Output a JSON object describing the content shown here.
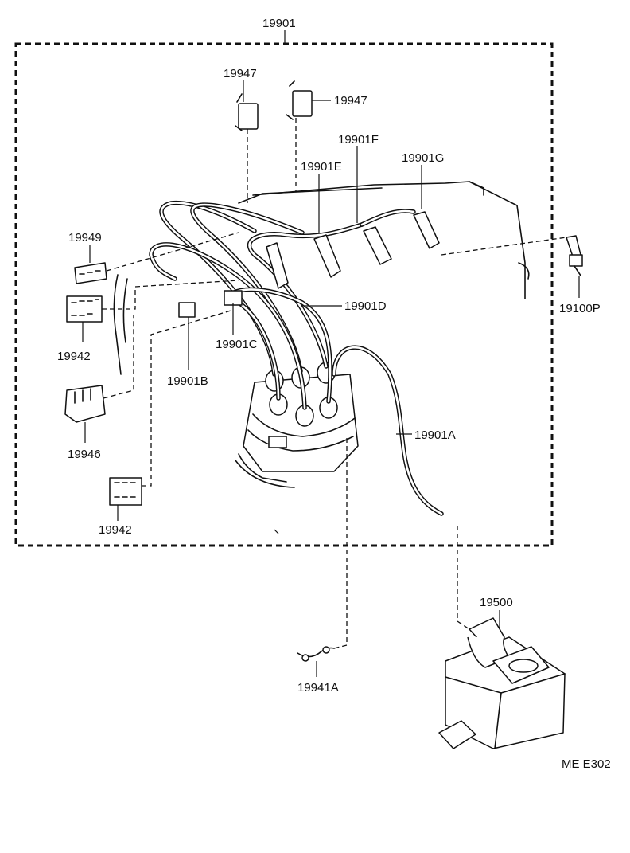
{
  "labels": {
    "set": "19901",
    "clamp_top_left": "19947",
    "clamp_top_right": "19947",
    "cord_f": "19901F",
    "cord_e": "19901E",
    "cord_g": "19901G",
    "clamp_19949": "19949",
    "cord_d": "19901D",
    "spark_plug": "19100P",
    "clamp_19942_upper": "19942",
    "cord_c": "19901C",
    "cord_b": "19901B",
    "clamp_19946": "19946",
    "cord_a": "19901A",
    "clamp_19942_lower": "19942",
    "ignition_coil": "19500",
    "clamp_19941a": "19941A",
    "figure_code": "ME E302"
  }
}
